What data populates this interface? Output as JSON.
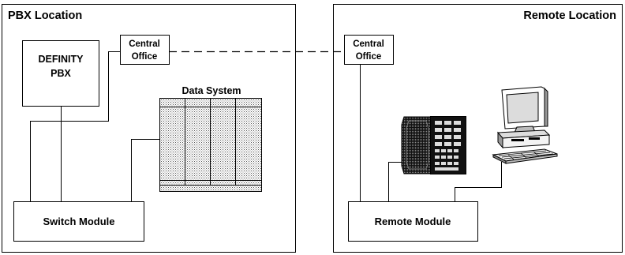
{
  "left_panel": {
    "title": "PBX Location"
  },
  "right_panel": {
    "title": "Remote Location"
  },
  "definity": {
    "line1": "DEFINITY",
    "line2": "PBX"
  },
  "central_office_left": {
    "line1": "Central",
    "line2": "Office"
  },
  "central_office_right": {
    "line1": "Central",
    "line2": "Office"
  },
  "data_system": {
    "label": "Data System"
  },
  "switch_module": {
    "label": "Switch Module"
  },
  "remote_module": {
    "label": "Remote Module"
  },
  "icons": {
    "phone": "multi-line-telephone-icon",
    "computer": "desktop-computer-icon"
  }
}
